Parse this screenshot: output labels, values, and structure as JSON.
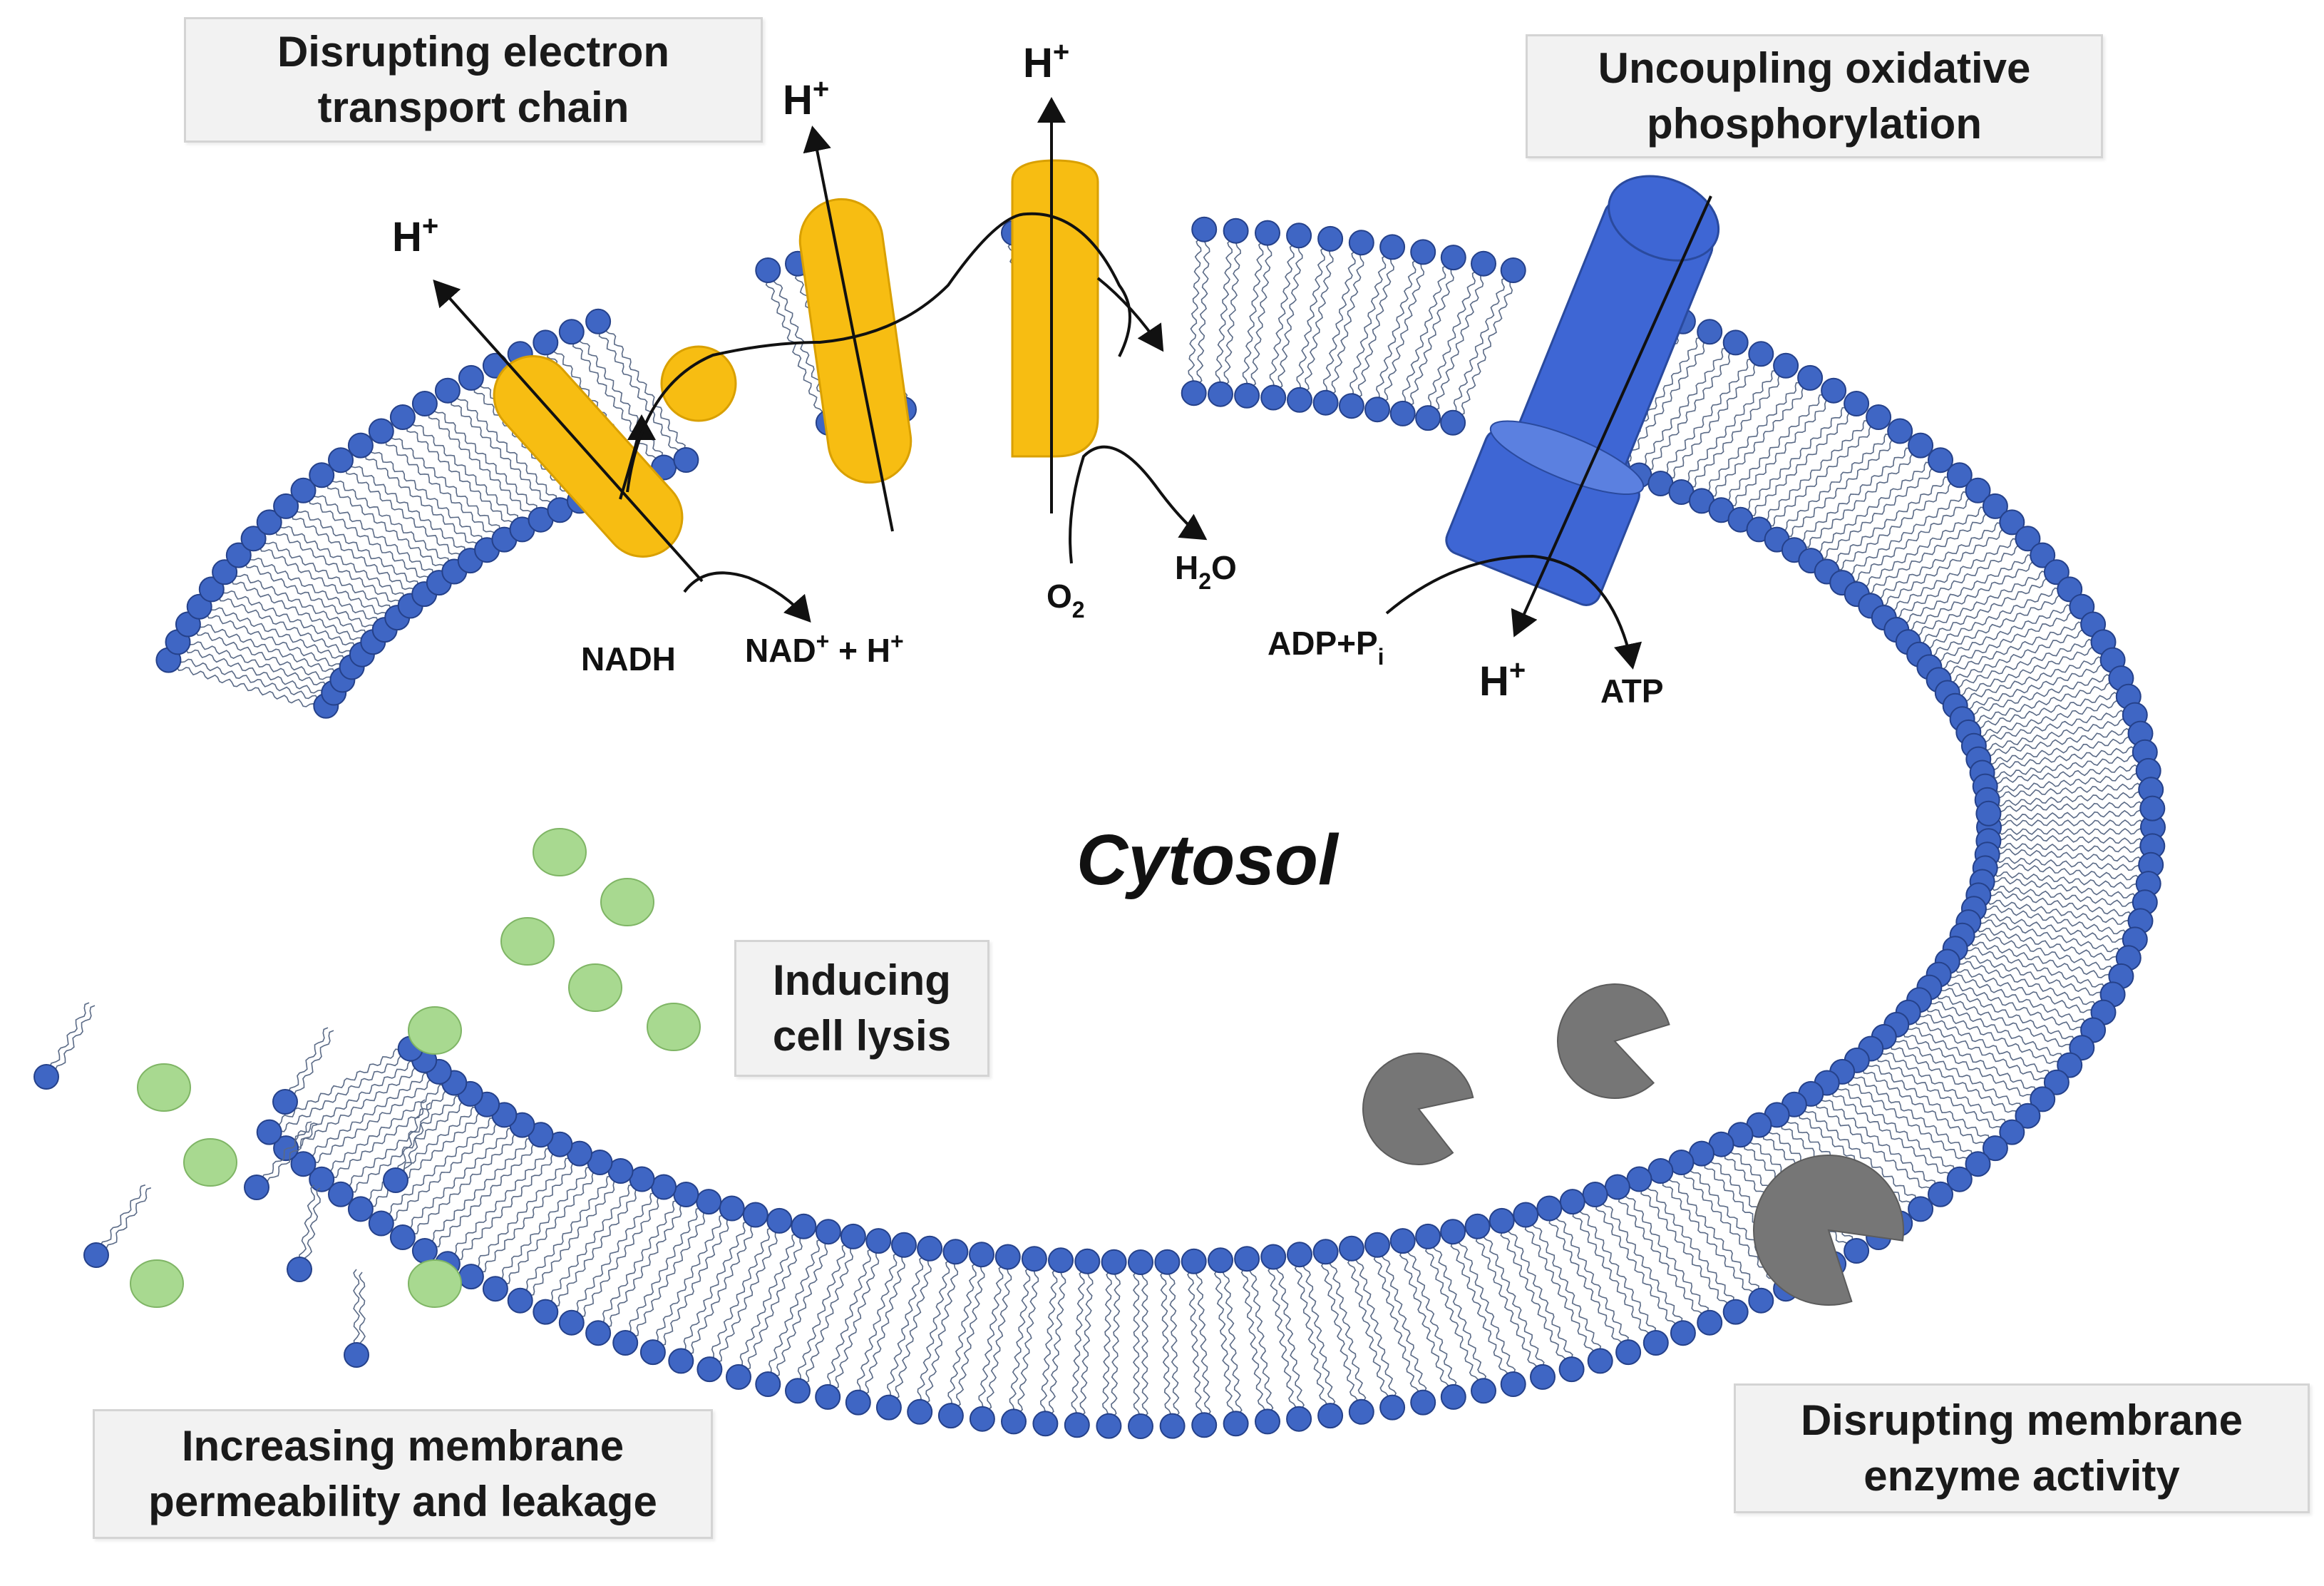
{
  "callouts": {
    "etc": "Disrupting electron\ntransport chain",
    "uncoupling": "Uncoupling oxidative\nphosphorylation",
    "lysis": "Inducing\ncell lysis",
    "permeability": "Increasing membrane\npermeability and leakage",
    "enzyme": "Disrupting membrane\nenzyme activity"
  },
  "labels": {
    "cytosol": "Cytosol",
    "proton": "H",
    "proton_charge": "+",
    "nadh": "NADH",
    "nad_plus": "NAD",
    "nad_rest": " + H",
    "oxygen": "O",
    "oxygen_sub": "2",
    "water_h": "H",
    "water_sub": "2",
    "water_o": "O",
    "adp": "ADP+P",
    "adp_sub": "i",
    "atp": "ATP"
  },
  "colors": {
    "lipid_head": "#3f66c4",
    "lipid_head_stroke": "#25418a",
    "lipid_tail": "#5a6a86",
    "etc_protein": "#f7bd12",
    "etc_protein_stroke": "#d9a000",
    "atp_synthase": "#3e66d4",
    "atp_synthase_stroke": "#2a4a9e",
    "enzyme": "#767676",
    "leaked_molecule": "#a8d990",
    "leaked_molecule_stroke": "#7fb565"
  }
}
